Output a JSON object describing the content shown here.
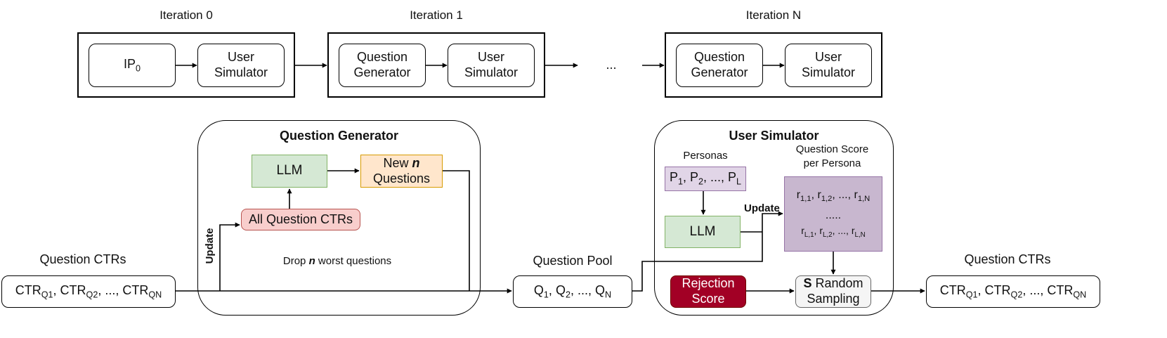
{
  "iterations": [
    {
      "title": "Iteration 0",
      "first_base": "IP",
      "first_sub": "0",
      "second": "User Simulator"
    },
    {
      "title": "Iteration 1",
      "first": "Question Generator",
      "second": "User Simulator"
    },
    {
      "title": "Iteration N",
      "first": "Question Generator",
      "second": "User Simulator"
    }
  ],
  "ellipsis": "...",
  "question_generator": {
    "title": "Question Generator",
    "llm": "LLM",
    "new_questions_line1": "New",
    "new_questions_n": "n",
    "new_questions_line2": "Questions",
    "all_ctrs": "All Question CTRs",
    "update": "Update",
    "drop_pre": "Drop",
    "drop_n": "n",
    "drop_post": "worst questions"
  },
  "user_simulator": {
    "title": "User Simulator",
    "personas_label": "Personas",
    "personas": {
      "p1": "P",
      "p1_sub": "1",
      "p2": "P",
      "p2_sub": "2",
      "sep": ", ..., ",
      "pl": "P",
      "pl_sub": "L",
      "comma": ", "
    },
    "score_label_line1": "Question Score",
    "score_label_line2": "per Persona",
    "matrix": {
      "row1": [
        {
          "b": "r",
          "s": "1,1"
        },
        {
          "b": "r",
          "s": "1,2"
        },
        {
          "b": "r",
          "s": "1,N"
        }
      ],
      "dots": ".....",
      "rowL": [
        {
          "b": "r",
          "s": "L,1"
        },
        {
          "b": "r",
          "s": "L,2"
        },
        {
          "b": "r",
          "s": "L,N"
        }
      ],
      "sep": ", ..., ",
      "comma": ", "
    },
    "llm": "LLM",
    "update": "Update",
    "rejection_line1": "Rejection",
    "rejection_line2": "Score",
    "sampling_s": "S",
    "sampling_line1": " Random",
    "sampling_line2": "Sampling"
  },
  "left_ctrs": {
    "label": "Question CTRs",
    "base": "CTR",
    "s1": "Q1",
    "s2": "Q2",
    "sn": "QN",
    "comma": ", ",
    "sep": ", ..., "
  },
  "question_pool": {
    "label": "Question Pool",
    "base": "Q",
    "s1": "1",
    "s2": "2",
    "sn": "N",
    "comma": ", ",
    "sep": ", ..., "
  },
  "right_ctrs": {
    "label": "Question CTRs",
    "base": "CTR",
    "s1": "Q1",
    "s2": "Q2",
    "sn": "QN",
    "comma": ", ",
    "sep": ", ..., "
  }
}
